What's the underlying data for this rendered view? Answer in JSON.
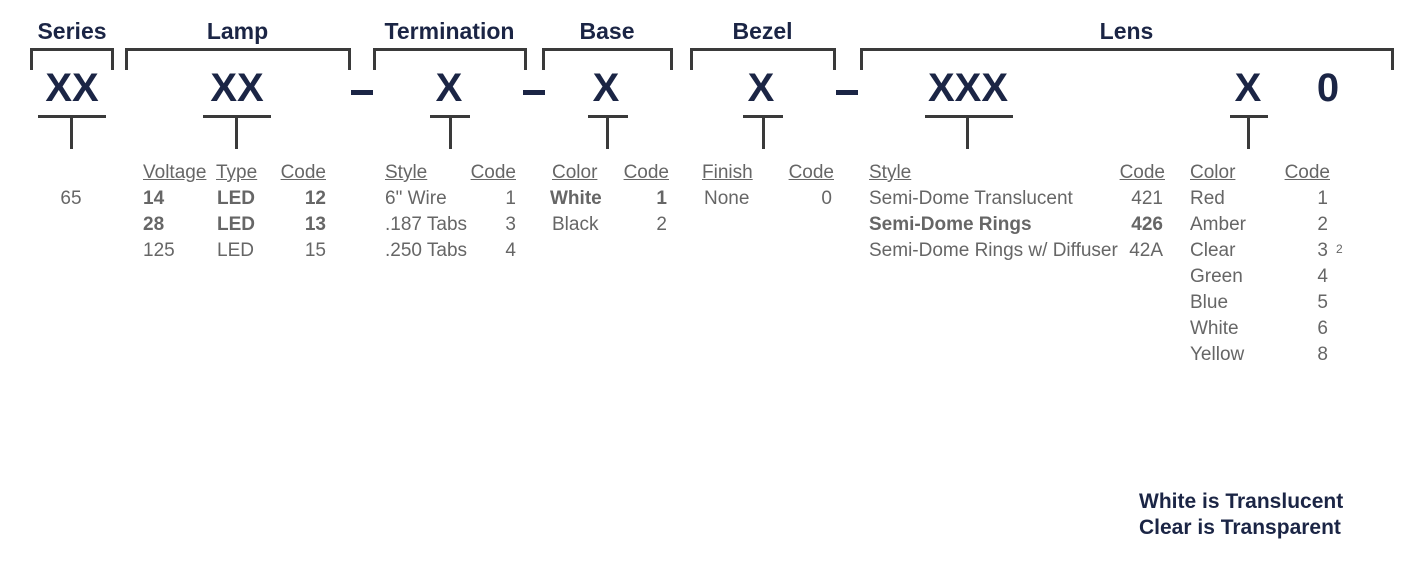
{
  "headers": {
    "series": "Series",
    "lamp": "Lamp",
    "termination": "Termination",
    "base": "Base",
    "bezel": "Bezel",
    "lens": "Lens"
  },
  "codes": {
    "series": "XX",
    "lamp": "XX",
    "termination": "X",
    "base": "X",
    "bezel": "X",
    "lens_style": "XXX",
    "lens_color": "X",
    "lens_tail": "0"
  },
  "series_table": {
    "values": [
      "65"
    ]
  },
  "lamp_table": {
    "headers": {
      "voltage": "Voltage",
      "type": "Type",
      "code": "Code"
    },
    "rows": [
      {
        "voltage": "14",
        "type": "LED",
        "code": "12"
      },
      {
        "voltage": "28",
        "type": "LED",
        "code": "13"
      },
      {
        "voltage": "125",
        "type": "LED",
        "code": "15"
      }
    ]
  },
  "termination_table": {
    "headers": {
      "style": "Style",
      "code": "Code"
    },
    "rows": [
      {
        "style": "6\" Wire",
        "code": "1"
      },
      {
        "style": ".187 Tabs",
        "code": "3"
      },
      {
        "style": ".250 Tabs",
        "code": "4"
      }
    ]
  },
  "base_table": {
    "headers": {
      "color": "Color",
      "code": "Code"
    },
    "rows": [
      {
        "color": "White",
        "code": "1"
      },
      {
        "color": "Black",
        "code": "2"
      }
    ]
  },
  "bezel_table": {
    "headers": {
      "finish": "Finish",
      "code": "Code"
    },
    "rows": [
      {
        "finish": "None",
        "code": "0"
      }
    ]
  },
  "lens_style_table": {
    "headers": {
      "style": "Style",
      "code": "Code"
    },
    "rows": [
      {
        "style": "Semi-Dome Translucent",
        "code": "421"
      },
      {
        "style": "Semi-Dome Rings",
        "code": "426"
      },
      {
        "style": "Semi-Dome Rings w/ Diffuser",
        "code": "42A"
      }
    ]
  },
  "lens_color_table": {
    "headers": {
      "color": "Color",
      "code": "Code"
    },
    "rows": [
      {
        "color": "Red",
        "code": "1"
      },
      {
        "color": "Amber",
        "code": "2"
      },
      {
        "color": "Clear",
        "code": "3",
        "note": "2"
      },
      {
        "color": "Green",
        "code": "4"
      },
      {
        "color": "Blue",
        "code": "5"
      },
      {
        "color": "White",
        "code": "6"
      },
      {
        "color": "Yellow",
        "code": "8"
      }
    ]
  },
  "notes": {
    "line1": "White is Translucent",
    "line2": "Clear is Transparent"
  },
  "colors": {
    "heading": "#1b2545",
    "bracket": "#3a3a3a",
    "table_text": "#666666"
  }
}
